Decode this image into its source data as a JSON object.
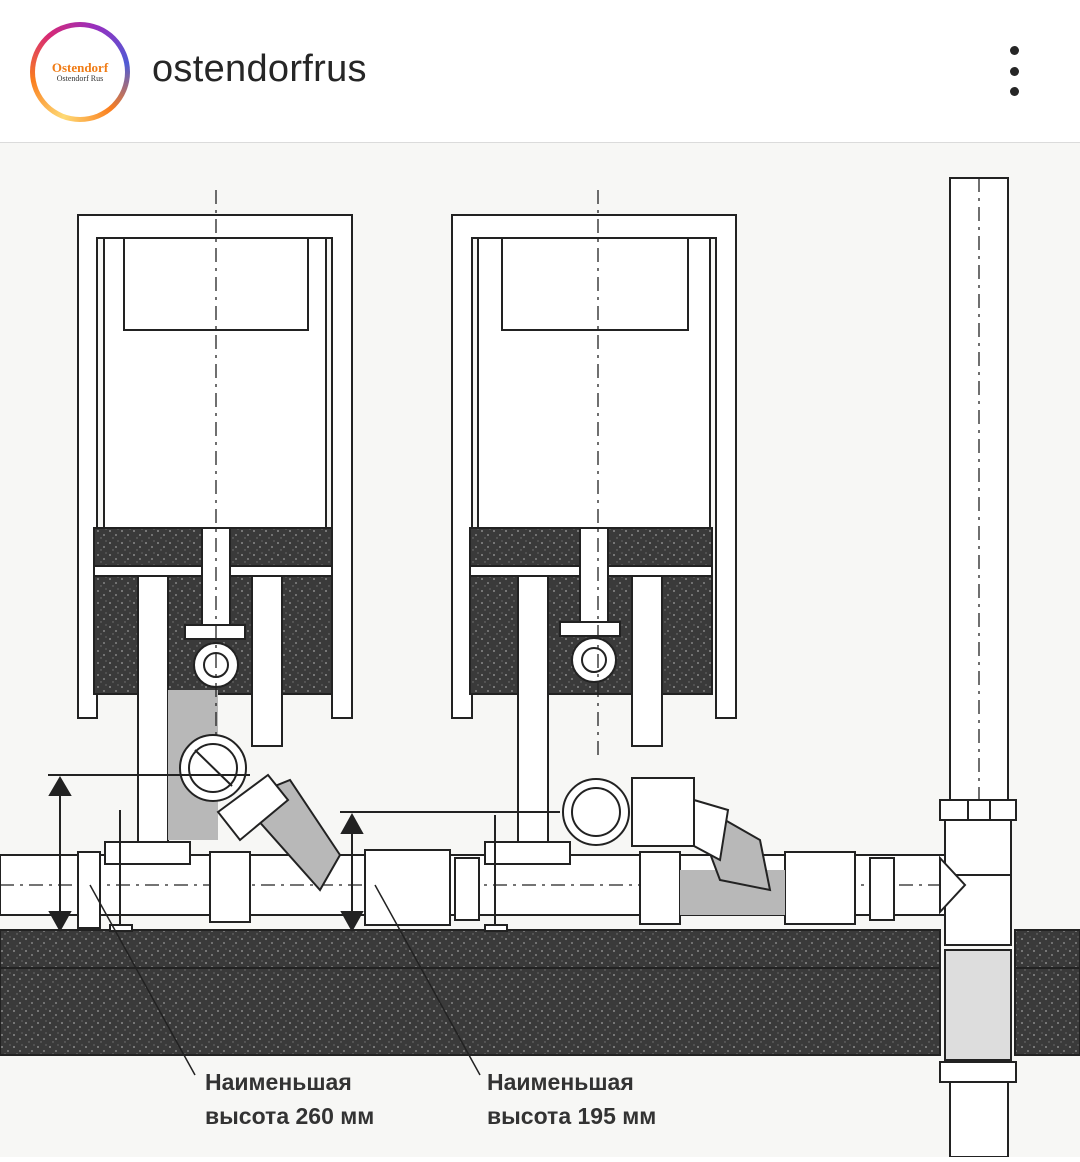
{
  "header": {
    "username": "ostendorfrus",
    "avatar": {
      "logo_main": "Ostendorf",
      "logo_sub": "Ostendorf Rus"
    },
    "more_icon": "more-vertical-icon"
  },
  "post": {
    "captions": {
      "left": {
        "line1": "Наименьшая",
        "line2": "высота 260 мм"
      },
      "right": {
        "line1": "Наименьшая",
        "line2": "высота 195 мм"
      }
    }
  },
  "colors": {
    "text": "#262626",
    "divider": "#dbdbdb",
    "avatar_ring": [
      "#feda75",
      "#fa7e1e",
      "#d62976",
      "#962fbf",
      "#4f5bd5"
    ],
    "brand": "#f07c16",
    "insulation": "#3a3a3a",
    "shadow": "#b8b8b8"
  }
}
